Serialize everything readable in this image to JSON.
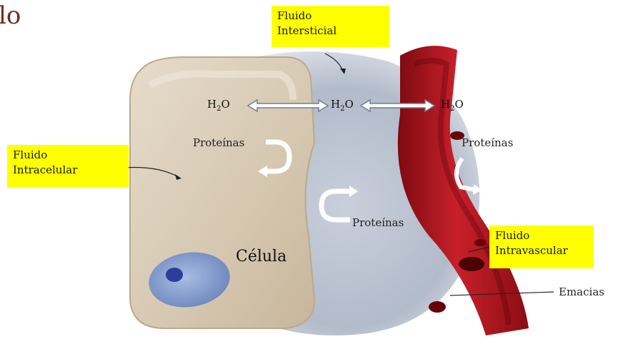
{
  "title_fragment": "lo",
  "labels": {
    "interstitial": [
      "Fluido",
      "Intersticial"
    ],
    "intracellular": [
      "Fluido",
      "Intracelular"
    ],
    "intravascular": [
      "Fluido",
      "Intravascular"
    ],
    "cell": "Célula",
    "h2o_base": "H",
    "h2o_sub": "2",
    "h2o_end": "O",
    "proteins": "Proteínas",
    "erythrocytes": "Emacias"
  },
  "colors": {
    "highlight": "#ffff00",
    "cell_fill": "#d8cbb6",
    "interstitial_fill": "#b9c1cf",
    "vessel_fill": "#b4131c",
    "nucleus_fill": "#7f97c9"
  }
}
